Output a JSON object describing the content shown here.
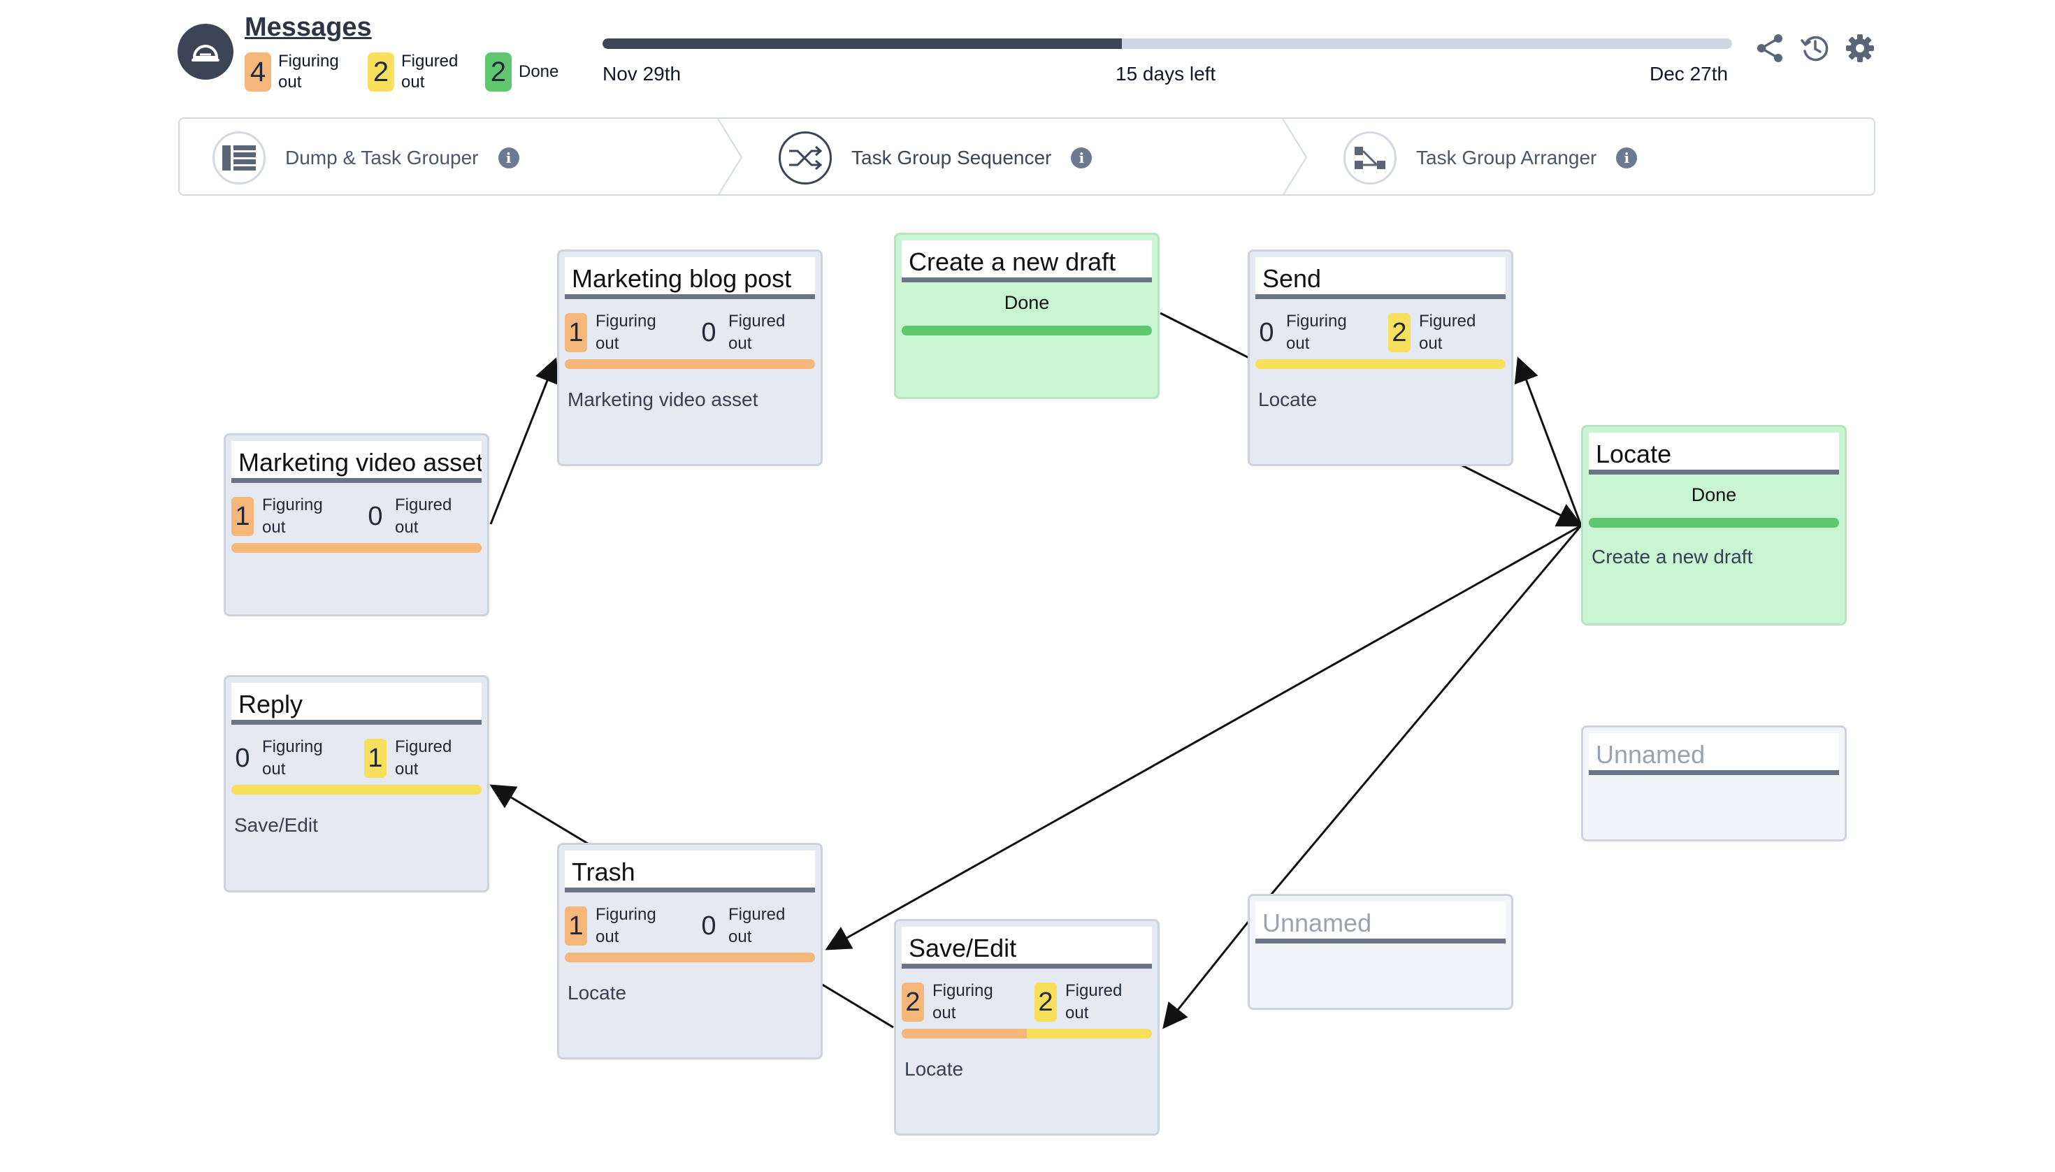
{
  "header": {
    "title": "Messages",
    "stats": [
      {
        "value": "4",
        "label": "Figuring\nout",
        "color": "orange"
      },
      {
        "value": "2",
        "label": "Figured\nout",
        "color": "yellow"
      },
      {
        "value": "2",
        "label": "Done",
        "color": "green"
      }
    ],
    "timeline": {
      "start": "Nov 29th",
      "middle": "15 days left",
      "end": "Dec 27th",
      "progress_fraction": 0.46
    },
    "icons": [
      "share-icon",
      "history-icon",
      "gear-icon"
    ]
  },
  "stepper": {
    "steps": [
      {
        "label": "Dump & Task Grouper",
        "icon": "grid-list-icon",
        "active": false
      },
      {
        "label": "Task Group Sequencer",
        "icon": "shuffle-icon",
        "active": true
      },
      {
        "label": "Task Group Arranger",
        "icon": "flow-arrange-icon",
        "active": false
      }
    ],
    "info_glyph": "i"
  },
  "cards": {
    "marketing_blog": {
      "title": "Marketing blog post",
      "figuring": "1",
      "figured": "0",
      "figuring_label": "Figuring",
      "figured_label": "Figured",
      "out_label": "out",
      "sub": "Marketing video asset"
    },
    "create_draft": {
      "title": "Create a new draft",
      "status": "Done"
    },
    "send": {
      "title": "Send",
      "figuring": "0",
      "figured": "2",
      "figuring_label": "Figuring",
      "figured_label": "Figured",
      "out_label": "out",
      "sub": "Locate"
    },
    "marketing_video": {
      "title": "Marketing video asset",
      "figuring": "1",
      "figured": "0",
      "figuring_label": "Figuring",
      "figured_label": "Figured",
      "out_label": "out"
    },
    "locate": {
      "title": "Locate",
      "status": "Done",
      "sub": "Create a new draft"
    },
    "reply": {
      "title": "Reply",
      "figuring": "0",
      "figured": "1",
      "figuring_label": "Figuring",
      "figured_label": "Figured",
      "out_label": "out",
      "sub": "Save/Edit"
    },
    "unnamed_right": {
      "title": "Unnamed"
    },
    "trash": {
      "title": "Trash",
      "figuring": "1",
      "figured": "0",
      "figuring_label": "Figuring",
      "figured_label": "Figured",
      "out_label": "out",
      "sub": "Locate"
    },
    "unnamed_mid": {
      "title": "Unnamed"
    },
    "save_edit": {
      "title": "Save/Edit",
      "figuring": "2",
      "figured": "2",
      "figuring_label": "Figuring",
      "figured_label": "Figured",
      "out_label": "out",
      "sub": "Locate"
    }
  },
  "colors": {
    "figuring": "#f5b67a",
    "figured": "#f8df5c",
    "done": "#5fc76f",
    "dark": "#3b4556"
  }
}
